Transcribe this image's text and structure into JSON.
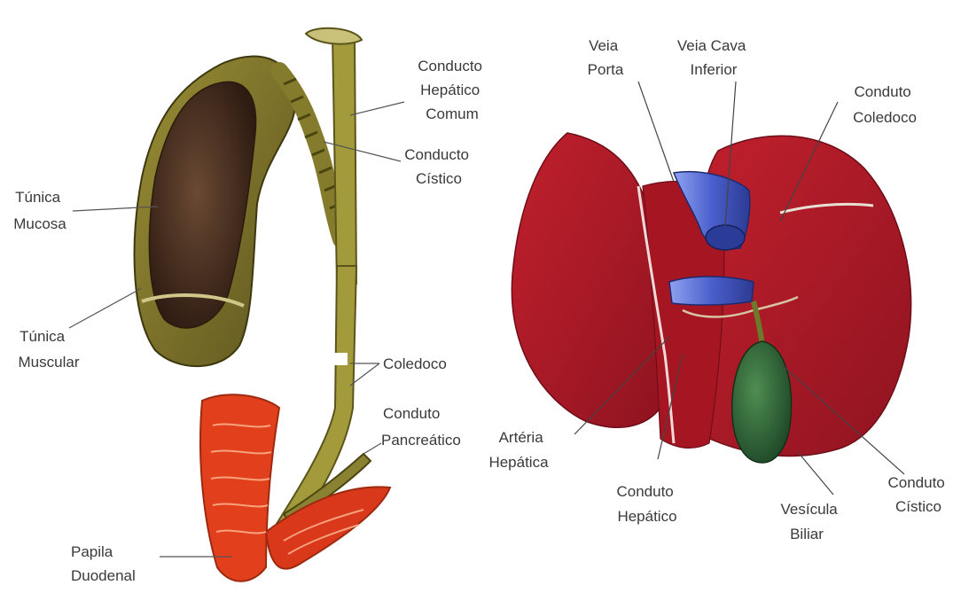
{
  "left_panel": {
    "labels": {
      "hepatic_common": [
        "Conducto",
        "Hepático",
        "Comum"
      ],
      "cystic": [
        "Conducto",
        "Cístico"
      ],
      "tunica_mucosa": [
        "Túnica",
        "Mucosa"
      ],
      "tunica_muscular": [
        "Túnica",
        "Muscular"
      ],
      "coledoco": [
        "Coledoco"
      ],
      "pancreatic": [
        "Conduto",
        "Pancreático"
      ],
      "papilla": [
        "Papila",
        "Duodenal"
      ]
    }
  },
  "right_panel": {
    "labels": {
      "portal_vein": [
        "Veia",
        "Porta"
      ],
      "vena_cava": [
        "Veia Cava",
        "Inferior"
      ],
      "coledoco": [
        "Conduto",
        "Coledoco"
      ],
      "hepatic_artery": [
        "Artéria",
        "Hepática"
      ],
      "hepatic_duct": [
        "Conduto",
        "Hepático"
      ],
      "gallbladder": [
        "Vesícula",
        "Biliar"
      ],
      "cystic_duct": [
        "Conduto",
        "Cístico"
      ]
    }
  },
  "colors": {
    "gallbladder_outer": "#7d7426",
    "gallbladder_inner": "#4a2e20",
    "duct": "#a39a3c",
    "duodenum": "#e2401c",
    "liver": "#b01927",
    "vein": "#5a70d6",
    "vesicle_green": "#2f6b3a",
    "leader": "#555555"
  }
}
